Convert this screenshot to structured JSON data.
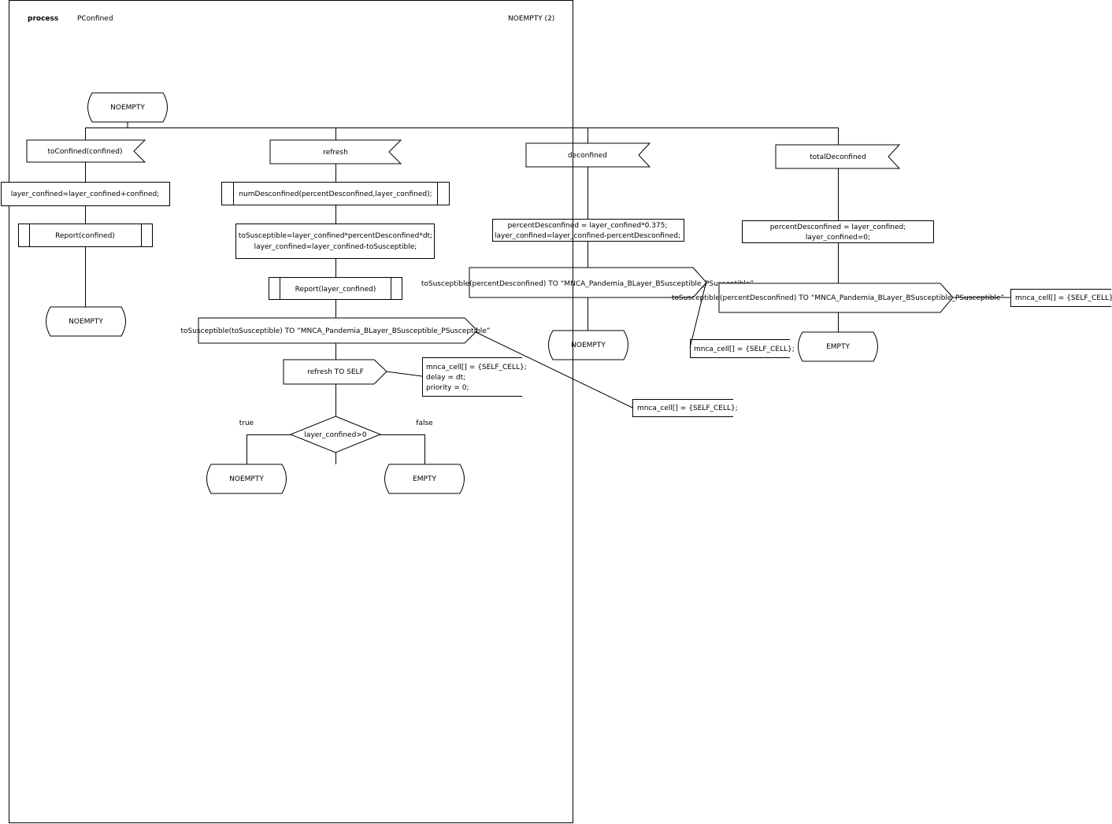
{
  "header": {
    "keyword": "process",
    "process_name": "PConfined",
    "page_label": "NOEMPTY (2)"
  },
  "start_state": "NOEMPTY",
  "branch_toConfined": {
    "signal": "toConfined(confined)",
    "task": "layer_confined=layer_confined+confined;",
    "procedure": "Report(confined)",
    "next_state": "NOEMPTY"
  },
  "branch_refresh": {
    "signal": "refresh",
    "procedure": "numDesconfined(percentDesconfined,layer_confined);",
    "task_line1": "toSusceptible=layer_confined*percentDesconfined*dt;",
    "task_line2": "layer_confined=layer_confined-toSusceptible;",
    "report": "Report(layer_confined)",
    "output": "toSusceptible(toSusceptible) TO “MNCA_Pandemia_BLayer_BSusceptible_PSusceptible”",
    "output_comment": "mnca_cell[] = {SELF_CELL};",
    "timer": "refresh TO SELF",
    "timer_comment_line1": "mnca_cell[] = {SELF_CELL};",
    "timer_comment_line2": "delay = dt;",
    "timer_comment_line3": "priority = 0;",
    "decision": "layer_confined>0",
    "true_label": "true",
    "false_label": "false",
    "true_state": "NOEMPTY",
    "false_state": "EMPTY"
  },
  "branch_deconfined": {
    "signal": "deconfined",
    "task_line1": "percentDesconfined = layer_confined*0.375;",
    "task_line2": "layer_confined=layer_confined-percentDesconfined;",
    "output": "toSusceptible(percentDesconfined) TO “MNCA_Pandemia_BLayer_BSusceptible_PSusceptible”",
    "output_comment": "mnca_cell[] = {SELF_CELL};",
    "next_state": "NOEMPTY"
  },
  "branch_totalDeconfined": {
    "signal": "totalDeconfined",
    "task_line1": "percentDesconfined = layer_confined;",
    "task_line2": "layer_confined=0;",
    "output": "toSusceptible(percentDesconfined) TO “MNCA_Pandemia_BLayer_BSusceptible_PSusceptible”",
    "output_comment": "mnca_cell[] = {SELF_CELL};",
    "next_state": "EMPTY"
  }
}
